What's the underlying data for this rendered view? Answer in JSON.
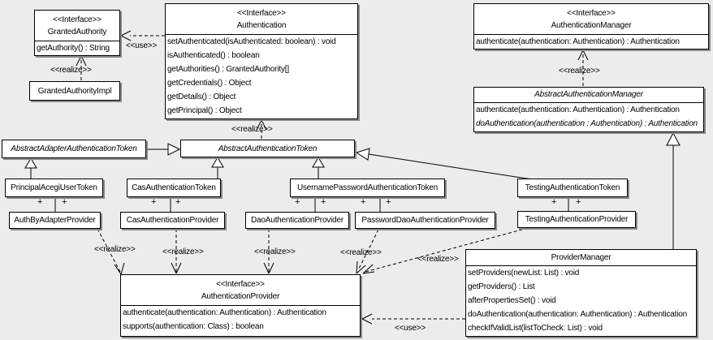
{
  "colors": {
    "background": "#ececec",
    "box_fill": "#ffffff",
    "line": "#000000",
    "shadow": "#8a8a8a"
  },
  "classes": {
    "granted_authority": {
      "stereotype": "<<Interface>>",
      "name": "GrantedAuthority",
      "methods": [
        "getAuthority() : String"
      ]
    },
    "granted_authority_impl": {
      "name": "GrantedAuthorityImpl"
    },
    "authentication": {
      "stereotype": "<<Interface>>",
      "name": "Authentication",
      "methods": [
        "setAuthenticated(isAuthenticated: boolean) : void",
        "isAuthenticated() : boolean",
        "getAuthorities() : GrantedAuthority[]",
        "getCredentials() : Object",
        "getDetails() : Object",
        "getPrincipal() : Object"
      ]
    },
    "authentication_manager": {
      "stereotype": "<<Interface>>",
      "name": "AuthenticationManager",
      "methods": [
        "authenticate(authentication: Authentication) : Authentication"
      ]
    },
    "abstract_authentication_manager": {
      "name": "AbstractAuthenticationManager",
      "methods": [
        "authenticate(authentication: Authentication) : Authentication",
        "doAuthentication(authentication : Authentication) : Authentication"
      ]
    },
    "abstract_adapter_authentication_token": {
      "name": "AbstractAdapterAuthenticationToken"
    },
    "abstract_authentication_token": {
      "name": "AbstractAuthenticationToken"
    },
    "principal_acegi_user_token": {
      "name": "PrincipalAcegiUserToken"
    },
    "cas_authentication_token": {
      "name": "CasAuthenticationToken"
    },
    "username_password_authentication_token": {
      "name": "UsernamePasswordAuthenticationToken"
    },
    "testing_authentication_token": {
      "name": "TestingAuthenticationToken"
    },
    "auth_by_adapter_provider": {
      "name": "AuthByAdapterProvider"
    },
    "cas_authentication_provider": {
      "name": "CasAuthenticationProvider"
    },
    "dao_authentication_provider": {
      "name": "DaoAuthenticationProvider"
    },
    "password_dao_authentication_provider": {
      "name": "PasswordDaoAuthenticationProvider"
    },
    "testing_authentication_provider": {
      "name": "TestingAuthenticationProvider"
    },
    "authentication_provider": {
      "stereotype": "<<Interface>>",
      "name": "AuthenticationProvider",
      "methods": [
        "authenticate(authentication: Authentication) : Authentication",
        "supports(authentication: Class) : boolean"
      ]
    },
    "provider_manager": {
      "name": "ProviderManager",
      "methods": [
        "setProviders(newList: List) : void",
        "getProviders() : List",
        "afterPropertiesSet() : void",
        "doAuthentication(authentication: Authentication) : Authentication",
        "checkIfValidList(listToCheck: List) : void"
      ]
    }
  },
  "edge_labels": {
    "use_authentication_to_granted_authority": "<<use>>",
    "realize_granted_authority_impl": "<<realize>>",
    "realize_abstract_authentication_token": "<<realize>>",
    "realize_abstract_authentication_manager": "<<realize>>",
    "realize_auth_by_adapter_provider": "<<realize>>",
    "realize_cas_authentication_provider": "<<realize>>",
    "realize_dao_authentication_provider": "<<realize>>",
    "realize_password_dao_authentication_provider": "<<realize>>",
    "realize_testing_authentication_provider": "<<realize>>",
    "use_provider_manager": "<<use>>",
    "multiplicity_plus": "+"
  }
}
